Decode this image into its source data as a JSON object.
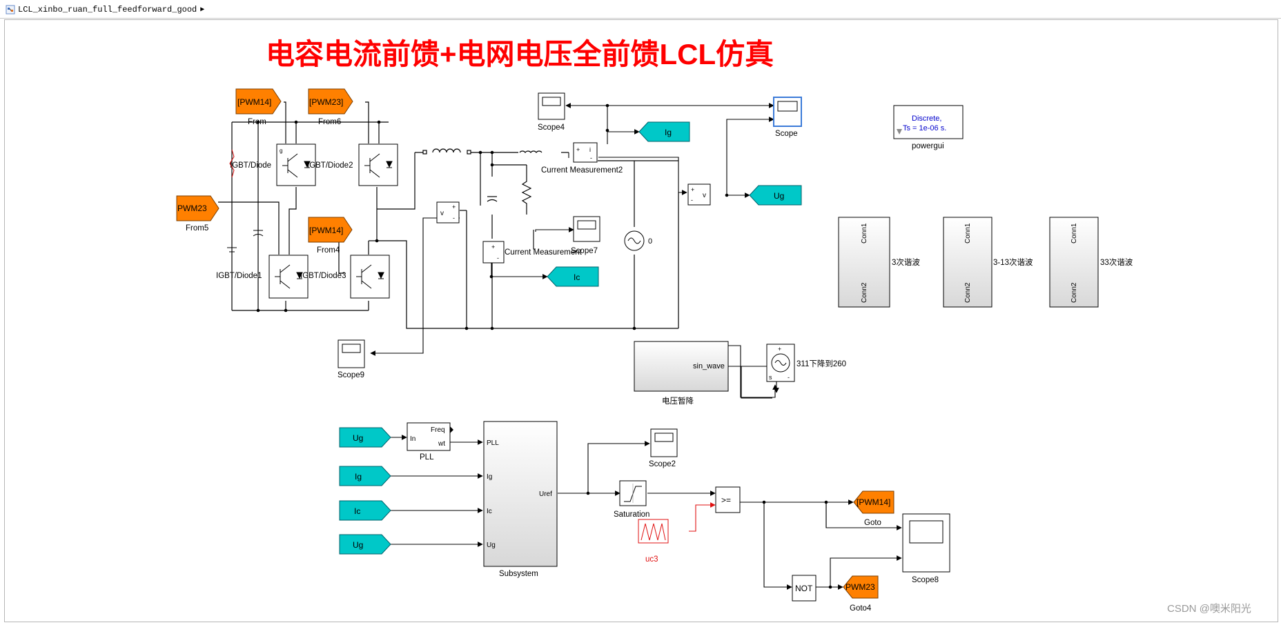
{
  "breadcrumb": {
    "model": "LCL_xinbo_ruan_full_feedforward_good"
  },
  "title": "电容电流前馈+电网电压全前馈LCL仿真",
  "colors": {
    "title": "#ff0000",
    "tag_orange": "#ff8000",
    "tag_cyan": "#00c8c8",
    "uc3_red": "#e01010",
    "powergui_blue": "#0000cc"
  },
  "tags": {
    "from_pwm14": "[PWM14]",
    "from_pwm23a": "[PWM23]",
    "from5_pwm23": "PWM23",
    "from4_pwm14": "[PWM14]",
    "goto_ig": "Ig",
    "goto_ug": "Ug",
    "goto_ic": "Ic",
    "from_ug1": "Ug",
    "from_ig": "Ig",
    "from_ic": "Ic",
    "from_ug2": "Ug",
    "goto_pwm14": "[PWM14]",
    "goto4_pwm23": "PWM23"
  },
  "labels": {
    "from": "From",
    "from6": "From6",
    "from5": "From5",
    "from4": "From4",
    "igbt_diode": "IGBT/Diode",
    "igbt_diode1": "IGBT/Diode1",
    "igbt_diode2": "IGBT/Diode2",
    "igbt_diode3": "IGBT/Diode3",
    "scope": "Scope",
    "scope2": "Scope2",
    "scope4": "Scope4",
    "scope7": "Scope7",
    "scope8": "Scope8",
    "scope9": "Scope9",
    "current_meas": "Current Measurement",
    "current_meas2": "Current Measurement2",
    "powergui": "powergui",
    "powergui_l1": "Discrete,",
    "powergui_l2": "Ts = 1e-06 s.",
    "src_zero": "0",
    "harm3": "3次谐波",
    "harm3_13": "3-13次谐波",
    "harm33": "33次谐波",
    "conn1": "Conn1",
    "conn2": "Conn2",
    "sag_port": "sin_wave",
    "sag_name": "电压暂降",
    "sag_src": "311下降到260",
    "pll": "PLL",
    "pll_in": "In",
    "pll_freq": "Freq",
    "pll_wt": "wt",
    "subsystem": "Subsystem",
    "sub_pll": "PLL",
    "sub_ig": "Ig",
    "sub_ic": "Ic",
    "sub_ug": "Ug",
    "sub_uref": "Uref",
    "saturation": "Saturation",
    "uc3": "uc3",
    "relop": ">=",
    "not_op": "NOT",
    "goto": "Goto",
    "goto4": "Goto4",
    "meas_v": "v",
    "meas_i": "i",
    "plus": "+",
    "minus": "-",
    "sig_s": "s",
    "watermark": "CSDN @噢米阳光"
  }
}
